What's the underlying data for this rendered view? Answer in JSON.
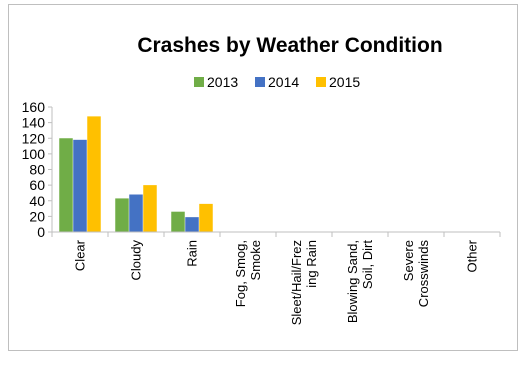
{
  "chart_data": {
    "type": "bar",
    "title": "Crashes by Weather Condition",
    "categories": [
      [
        "Clear"
      ],
      [
        "Cloudy"
      ],
      [
        "Rain"
      ],
      [
        "Fog, Smog,",
        "Smoke"
      ],
      [
        "Sleet/Hail/Frez",
        "ing Rain"
      ],
      [
        "Blowing Sand,",
        "Soil, Dirt"
      ],
      [
        "Severe",
        "Crosswinds"
      ],
      [
        "Other"
      ]
    ],
    "series": [
      {
        "name": "2013",
        "color": "#70ad47",
        "values": [
          120,
          43,
          26,
          0,
          0,
          0,
          0,
          0
        ]
      },
      {
        "name": "2014",
        "color": "#4472c4",
        "values": [
          118,
          48,
          19,
          0,
          0,
          0,
          0,
          0
        ]
      },
      {
        "name": "2015",
        "color": "#ffc000",
        "values": [
          148,
          60,
          36,
          0,
          0,
          0,
          0,
          0
        ]
      }
    ],
    "ylim": [
      0,
      160
    ],
    "yticks": [
      0,
      20,
      40,
      60,
      80,
      100,
      120,
      140,
      160
    ],
    "grid": false,
    "legend": "top-center"
  }
}
